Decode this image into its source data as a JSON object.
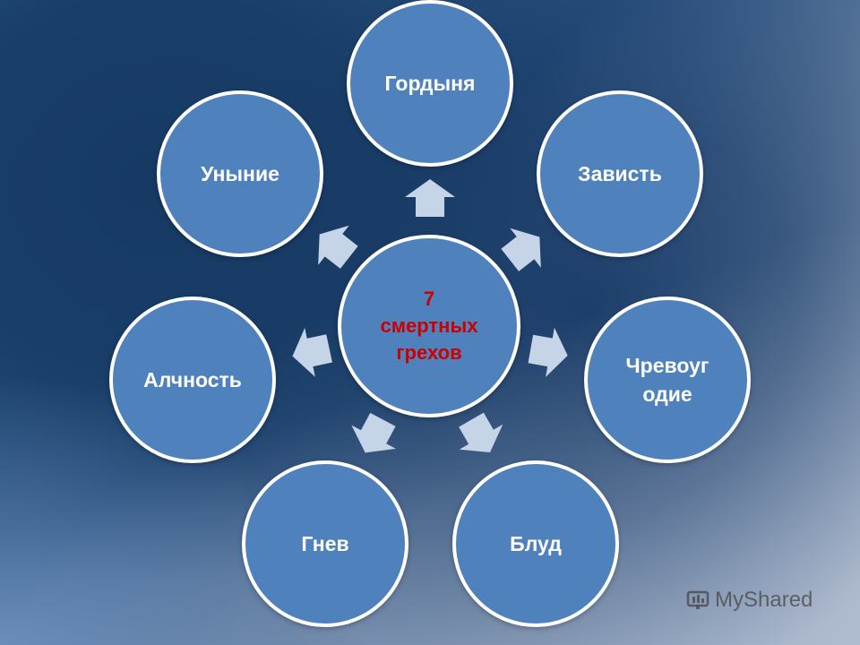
{
  "diagram": {
    "center": {
      "label": "7\nсмертных\nгрехов",
      "color": "#cc0000"
    },
    "nodes": [
      {
        "id": "pride",
        "label": "Гордыня"
      },
      {
        "id": "envy",
        "label": "Зависть"
      },
      {
        "id": "gluttony",
        "label": "Чревоуг\nодие"
      },
      {
        "id": "lust",
        "label": "Блуд"
      },
      {
        "id": "wrath",
        "label": "Гнев"
      },
      {
        "id": "greed",
        "label": "Алчность"
      },
      {
        "id": "sloth",
        "label": "Уныние"
      }
    ],
    "colors": {
      "node_fill": "#4f81bd",
      "node_border": "#ffffff",
      "arrow_fill": "#c6d4e8"
    }
  },
  "watermark": {
    "text": "MyShared",
    "icon": "myshared-logo-icon"
  }
}
